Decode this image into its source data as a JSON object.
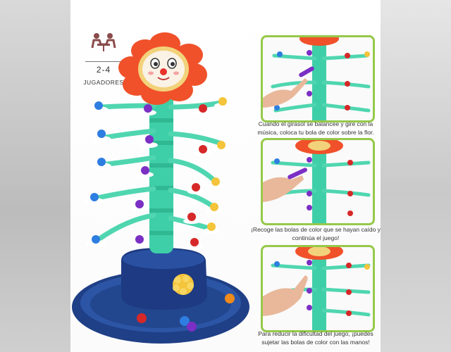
{
  "players": {
    "count": "2-4",
    "label": "JUGADORES",
    "icon": "two-players-table-icon"
  },
  "panels": [
    {
      "caption": "Cuando el girasol se balancee y gire con la música, coloca tu bola de color sobre la flor."
    },
    {
      "caption": "¡Recoge las bolas de color que se hayan caído y continúa el juego!"
    },
    {
      "caption": "Para reducir la dificultad del juego, ¡puedes sujetar las bolas de color con las manos!"
    }
  ],
  "colors": {
    "panel_border": "#96c94a",
    "stem": "#3fcfa8",
    "petal": "#f0512a",
    "base": "#1f3f86"
  }
}
